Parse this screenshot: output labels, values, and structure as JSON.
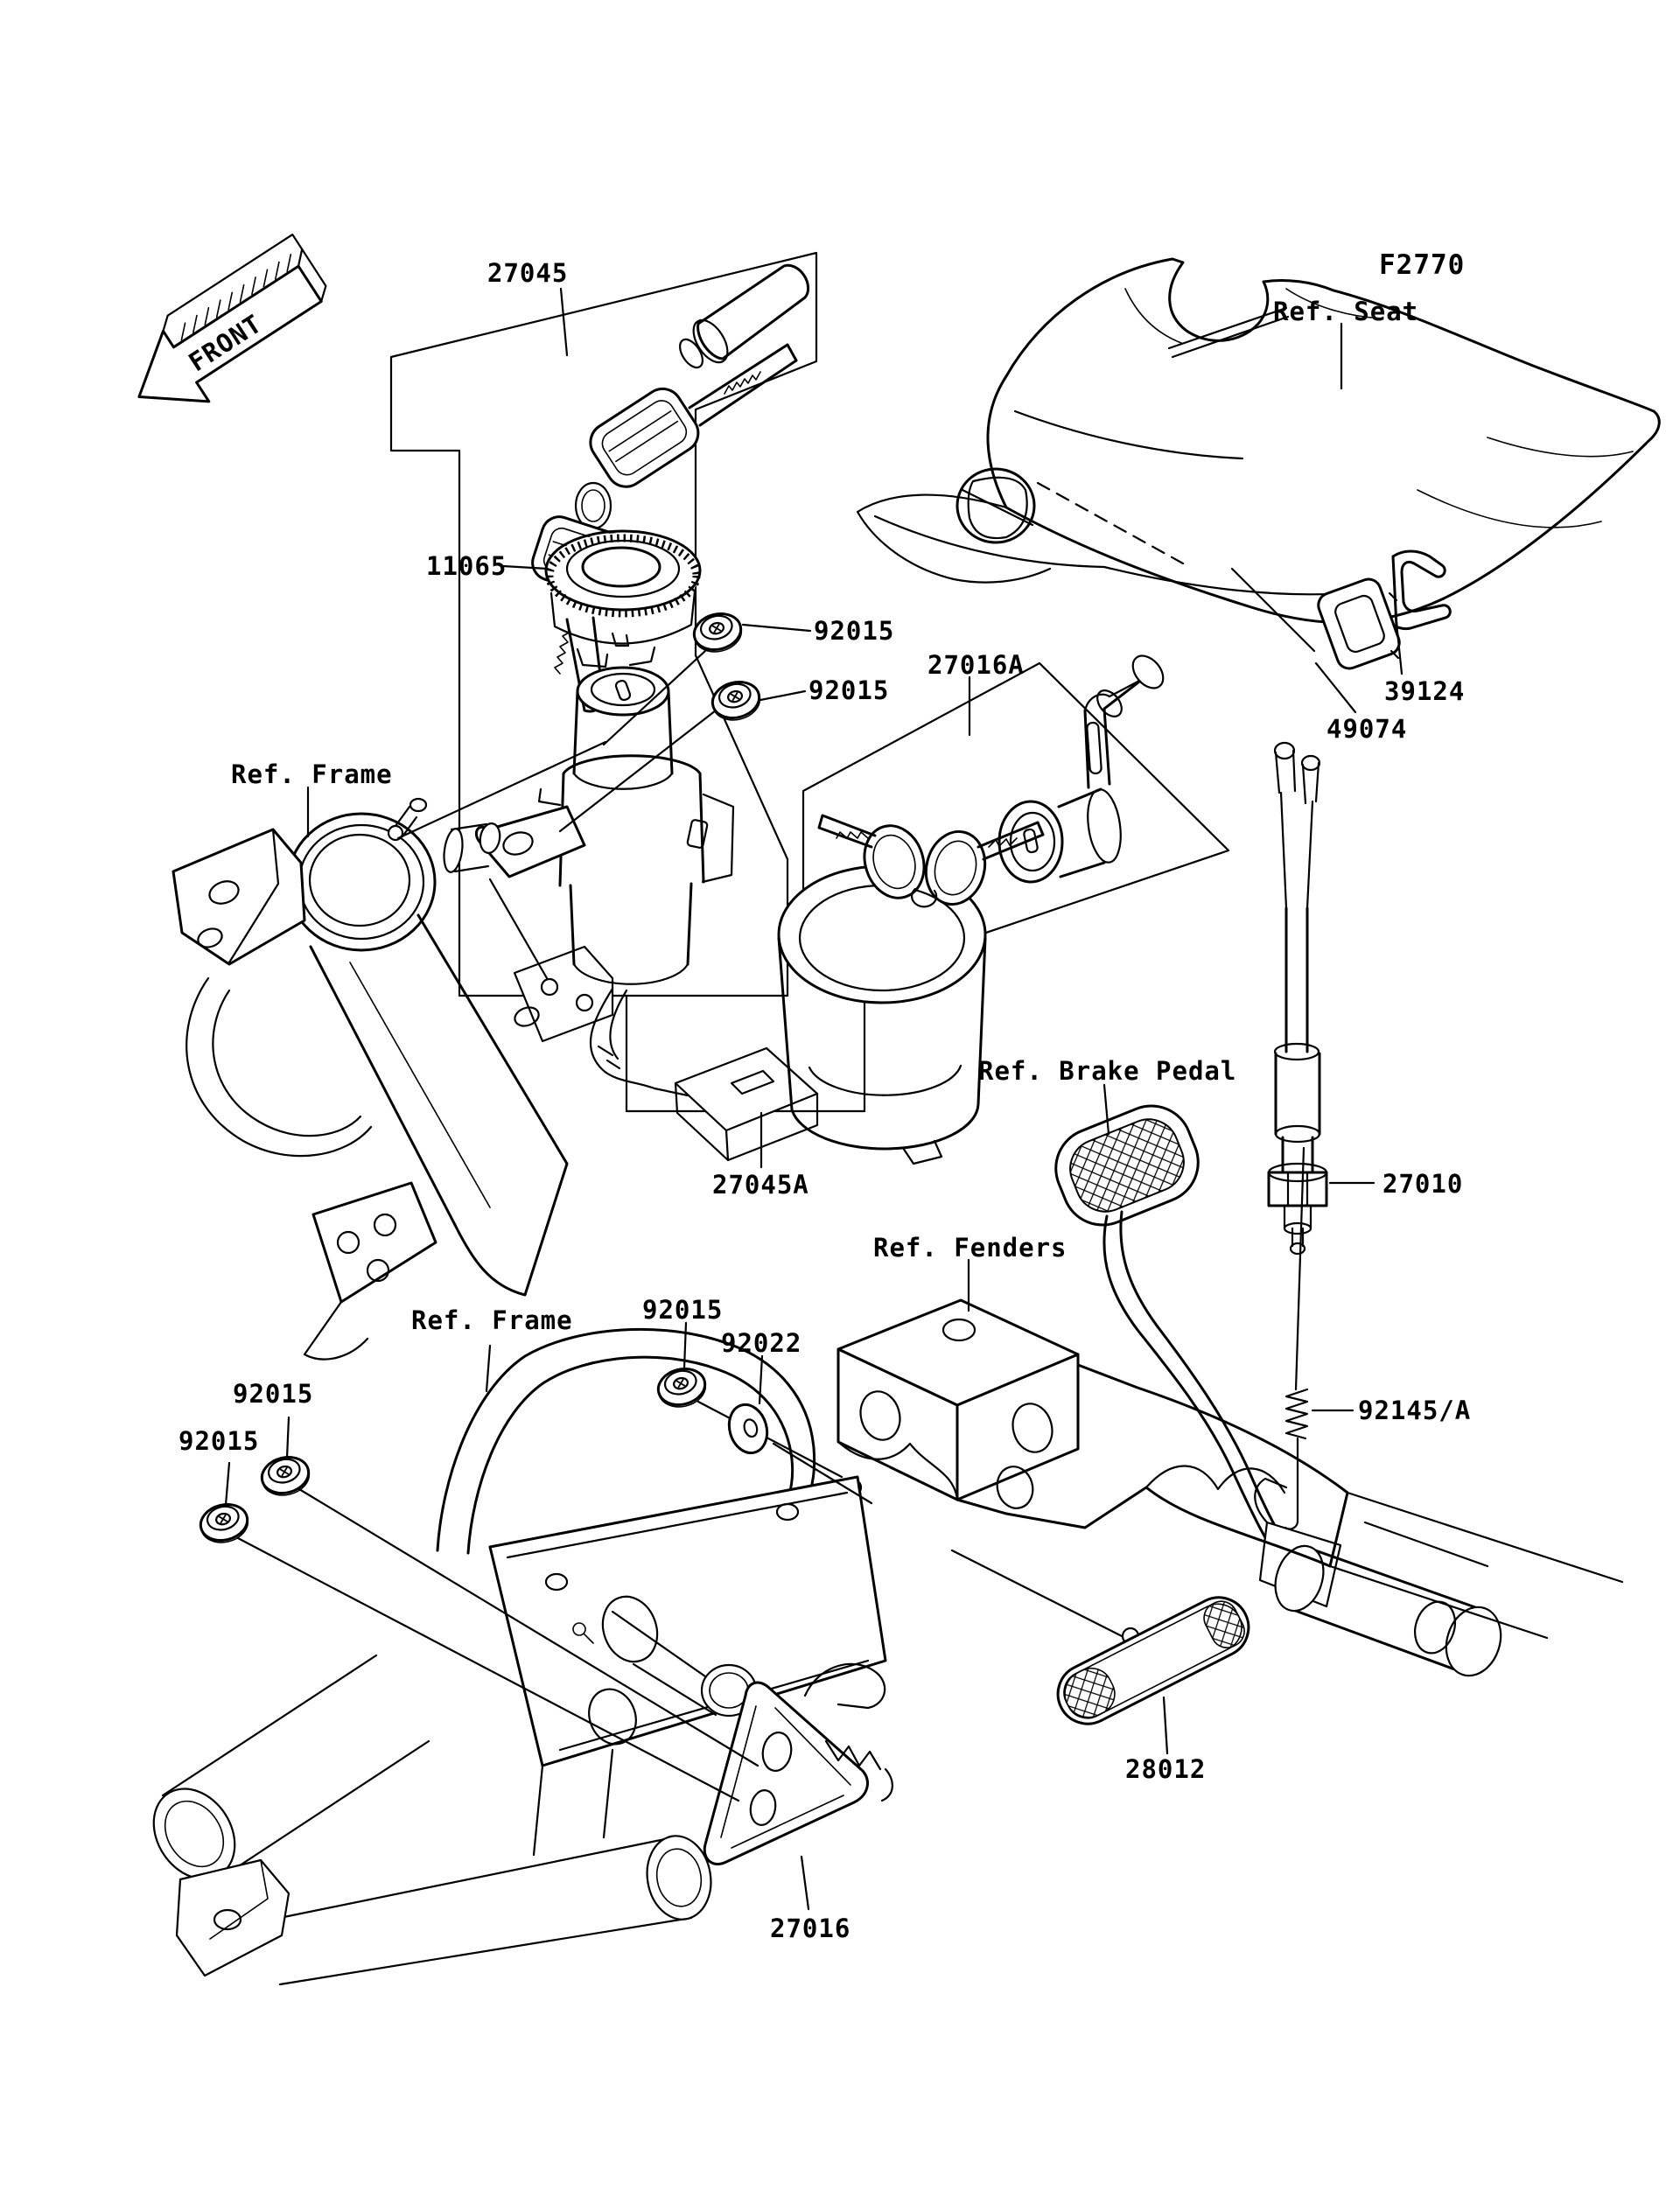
{
  "diagram": {
    "figure_code": "F2770",
    "front_marker": "FRONT",
    "background_color": "#ffffff",
    "line_color": "#000000"
  },
  "parts": {
    "p27045": "27045",
    "p27045a": "27045A",
    "p11065": "11065",
    "p92015": "92015",
    "p92022": "92022",
    "p27016a": "27016A",
    "p27016": "27016",
    "p27010": "27010",
    "p28012": "28012",
    "p39124": "39124",
    "p49074": "49074",
    "p92145a": "92145/A"
  },
  "references": {
    "seat": "Ref. Seat",
    "frame": "Ref. Frame",
    "brake_pedal": "Ref. Brake Pedal",
    "fenders": "Ref. Fenders"
  }
}
